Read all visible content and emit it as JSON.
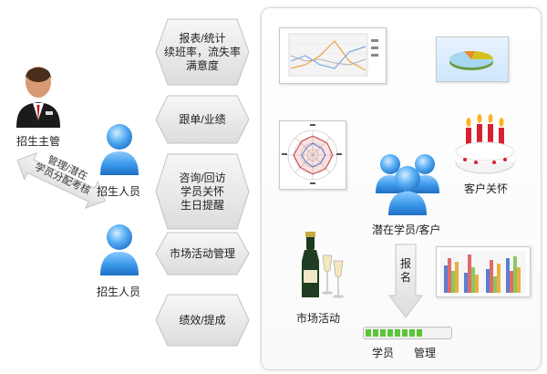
{
  "roles": {
    "director": "招生主管",
    "staff_1": "招生人员",
    "staff_2": "招生人员"
  },
  "diagonal_arrow": {
    "line1": "管理/潜在",
    "line2": "学员分配考核"
  },
  "process_steps": [
    {
      "lines": [
        "报表/统计",
        "续班率，流失率",
        "满意度"
      ]
    },
    {
      "lines": [
        "跟单/业绩"
      ]
    },
    {
      "lines": [
        "咨询/回访",
        "学员关怀",
        "生日提醒"
      ]
    },
    {
      "lines": [
        "市场活动管理"
      ]
    },
    {
      "lines": [
        "绩效/提成"
      ]
    }
  ],
  "panel": {
    "customer_care": "客户关怀",
    "prospects": "潜在学员/客户",
    "market_activity": "市场活动",
    "enroll": "报名",
    "student_mgmt_left": "学员",
    "student_mgmt_right": "管理"
  },
  "colors": {
    "arrow_fill": "#e6e6e6",
    "person_blue": "#2f8fe6",
    "progress_green": "#5cc43a"
  },
  "icons": {
    "director": "businessman-icon",
    "staff": "person-icon",
    "prospects": "group-icon",
    "care": "birthday-cake-icon",
    "activity": "champagne-icon"
  }
}
